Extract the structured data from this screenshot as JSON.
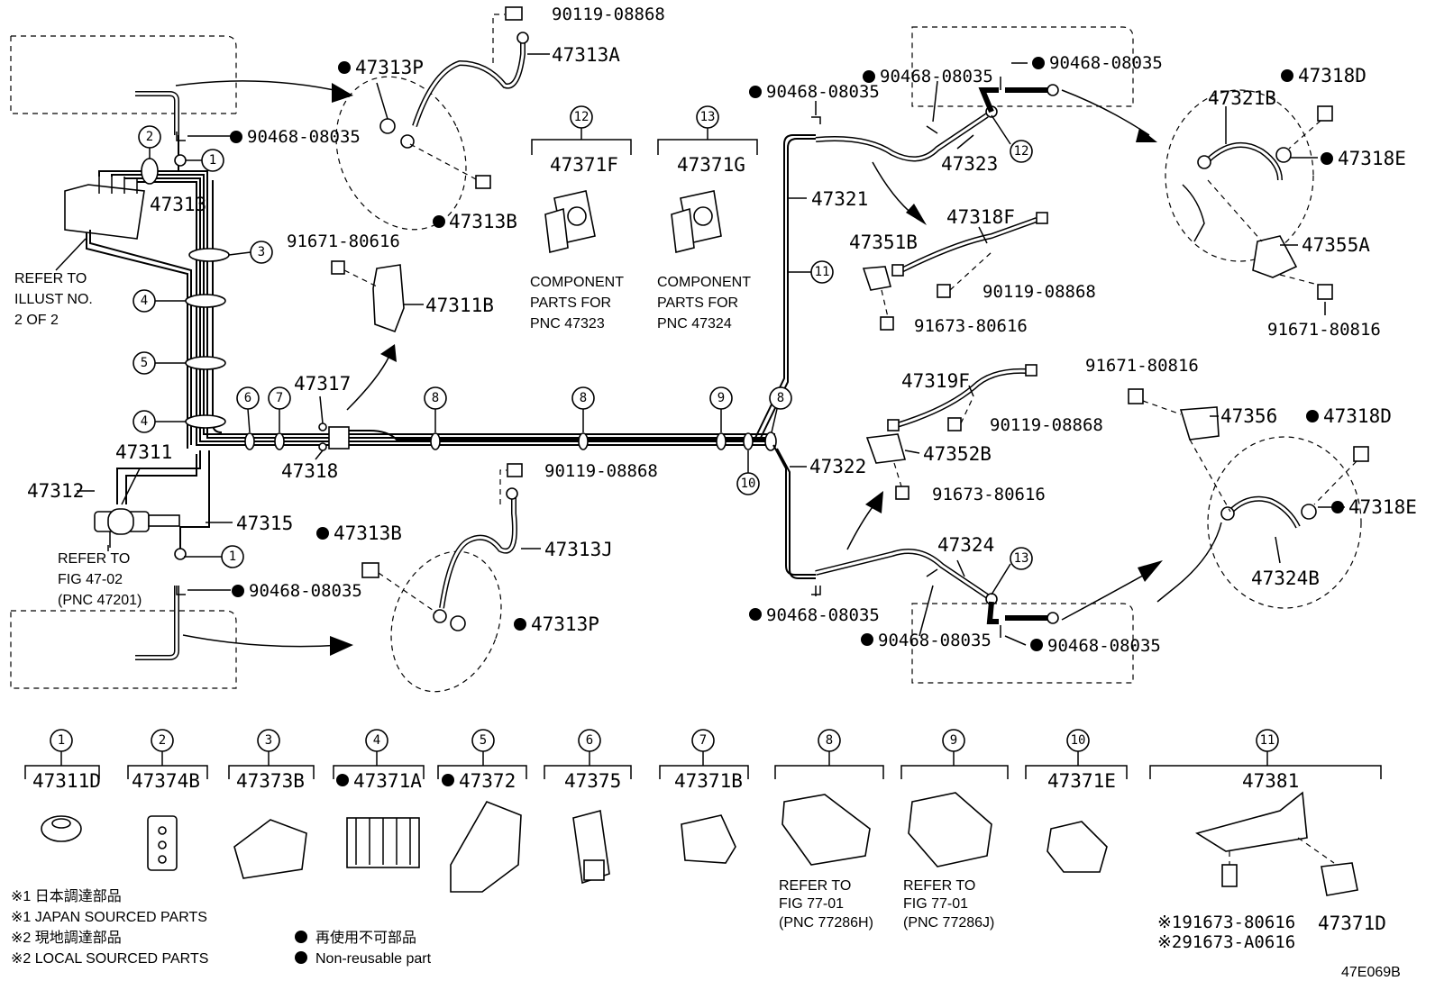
{
  "main_parts": [
    {
      "id": "p1",
      "label": "90119-08868"
    },
    {
      "id": "p2",
      "label": "47313A"
    },
    {
      "id": "p3",
      "label": "47313P",
      "nonreusable": true
    },
    {
      "id": "p4",
      "label": "90468-08035",
      "nonreusable": true
    },
    {
      "id": "p5",
      "label": "47313"
    },
    {
      "id": "p6",
      "label": "47313B",
      "nonreusable": true
    },
    {
      "id": "p7",
      "label": "91671-80616"
    },
    {
      "id": "p8",
      "label": "47311B"
    },
    {
      "id": "p9",
      "label": "47317"
    },
    {
      "id": "p10",
      "label": "47318"
    },
    {
      "id": "p11",
      "label": "47311"
    },
    {
      "id": "p12",
      "label": "47312"
    },
    {
      "id": "p13",
      "label": "47315"
    },
    {
      "id": "p14",
      "label": "90468-08035",
      "nonreusable": true
    },
    {
      "id": "p15",
      "label": "47313B",
      "nonreusable": true
    },
    {
      "id": "p16",
      "label": "90119-08868"
    },
    {
      "id": "p17",
      "label": "47313J"
    },
    {
      "id": "p18",
      "label": "47313P",
      "nonreusable": true
    },
    {
      "id": "p19",
      "label": "47371F"
    },
    {
      "id": "p20",
      "label": "47371G"
    },
    {
      "id": "p21",
      "label": "90468-08035",
      "nonreusable": true
    },
    {
      "id": "p22",
      "label": "90468-08035",
      "nonreusable": true
    },
    {
      "id": "p23",
      "label": "90468-08035",
      "nonreusable": true
    },
    {
      "id": "p24",
      "label": "47323"
    },
    {
      "id": "p25",
      "label": "47321"
    },
    {
      "id": "p26",
      "label": "47318F"
    },
    {
      "id": "p27",
      "label": "47351B"
    },
    {
      "id": "p28",
      "label": "90119-08868"
    },
    {
      "id": "p29",
      "label": "91673-80616"
    },
    {
      "id": "p30",
      "label": "47321B"
    },
    {
      "id": "p31",
      "label": "47318D",
      "nonreusable": true
    },
    {
      "id": "p32",
      "label": "47318E",
      "nonreusable": true
    },
    {
      "id": "p33",
      "label": "47355A"
    },
    {
      "id": "p34",
      "label": "91671-80816"
    },
    {
      "id": "p35",
      "label": "47319F"
    },
    {
      "id": "p36",
      "label": "90119-08868"
    },
    {
      "id": "p37",
      "label": "47352B"
    },
    {
      "id": "p38",
      "label": "91673-80616"
    },
    {
      "id": "p39",
      "label": "47322"
    },
    {
      "id": "p40",
      "label": "47324"
    },
    {
      "id": "p41",
      "label": "90468-08035",
      "nonreusable": true
    },
    {
      "id": "p42",
      "label": "90468-08035",
      "nonreusable": true
    },
    {
      "id": "p43",
      "label": "90468-08035",
      "nonreusable": true
    },
    {
      "id": "p44",
      "label": "91671-80816"
    },
    {
      "id": "p45",
      "label": "47356"
    },
    {
      "id": "p46",
      "label": "47318D",
      "nonreusable": true
    },
    {
      "id": "p47",
      "label": "47318E",
      "nonreusable": true
    },
    {
      "id": "p48",
      "label": "47324B"
    }
  ],
  "callouts": {
    "c1": "1",
    "c2": "2",
    "c3": "3",
    "c4": "4",
    "c5": "5",
    "c6": "6",
    "c7": "7",
    "c8": "8",
    "c9": "9",
    "c10": "10",
    "c11": "11",
    "c12": "12",
    "c13": "13"
  },
  "notes": {
    "refer_illust_l1": "REFER TO",
    "refer_illust_l2": "ILLUST NO.",
    "refer_illust_l3": "2 OF 2",
    "refer_fig_l1": "REFER TO",
    "refer_fig_l2": "FIG 47-02",
    "refer_fig_l3": "(PNC 47201)",
    "comp_a_l1": "COMPONENT",
    "comp_a_l2": "PARTS FOR",
    "comp_a_l3": "PNC 47323",
    "comp_b_l1": "COMPONENT",
    "comp_b_l2": "PARTS FOR",
    "comp_b_l3": "PNC 47324"
  },
  "clamp_groups": [
    {
      "num": "1",
      "part": "47311D"
    },
    {
      "num": "2",
      "part": "47374B"
    },
    {
      "num": "3",
      "part": "47373B"
    },
    {
      "num": "4",
      "part": "47371A",
      "nonreusable": true
    },
    {
      "num": "5",
      "part": "47372",
      "nonreusable": true
    },
    {
      "num": "6",
      "part": "47375"
    },
    {
      "num": "7",
      "part": "47371B"
    },
    {
      "num": "8",
      "part": "",
      "refer_l1": "REFER TO",
      "refer_l2": "FIG 77-01",
      "refer_l3": "(PNC 77286H)"
    },
    {
      "num": "9",
      "part": "",
      "refer_l1": "REFER TO",
      "refer_l2": "FIG 77-01",
      "refer_l3": "(PNC 77286J)"
    },
    {
      "num": "10",
      "part": "47371E"
    },
    {
      "num": "11",
      "part": "47381",
      "sub_a": "※191673-80616",
      "sub_b": "※291673-A0616",
      "sub_c": "47371D"
    }
  ],
  "legend": {
    "jp1": "※1 日本調達部品",
    "en1": "※1 JAPAN SOURCED PARTS",
    "jp2": "※2 現地調達部品",
    "en2": "※2 LOCAL SOURCED PARTS",
    "nonreuse_jp": "再使用不可部品",
    "nonreuse_en": "Non-reusable part"
  },
  "figure_id": "47E069B"
}
